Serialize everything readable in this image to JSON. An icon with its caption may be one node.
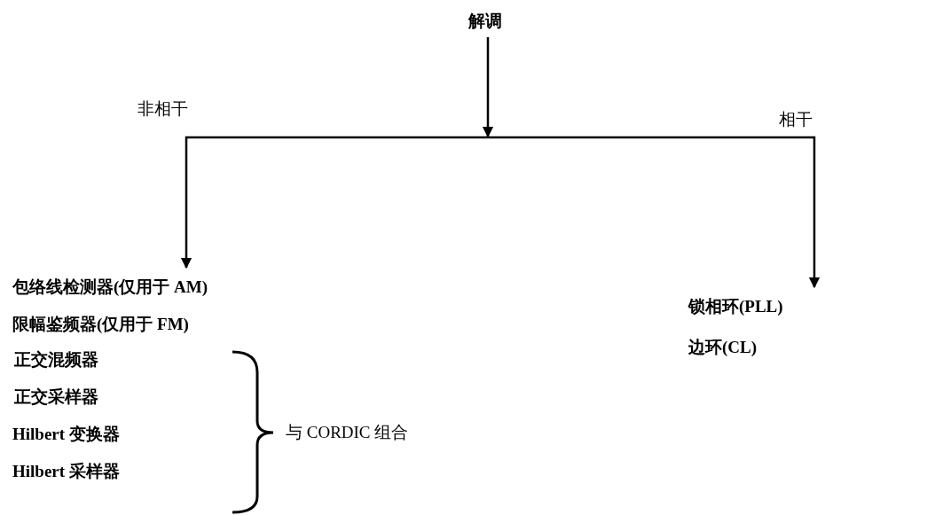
{
  "diagram": {
    "nodes": [
      {
        "text": [
          "解调"
        ]
      },
      {
        "text": [
          "包络线检测器(仅用于 AM)",
          "限幅鉴频器(仅用于 FM)",
          "正交混频器",
          "正交采样器",
          "Hilbert 变换器",
          "Hilbert 采样器"
        ]
      },
      {
        "text": [
          "锁相环(PLL)",
          "边环(CL)"
        ]
      }
    ],
    "edges": [
      {
        "from": 0,
        "to": 1,
        "arrow": "to",
        "label": "非相干"
      },
      {
        "from": 0,
        "to": 2,
        "arrow": "to",
        "label": "相干"
      }
    ],
    "labels": [
      "与 CORDIC 组合"
    ]
  }
}
